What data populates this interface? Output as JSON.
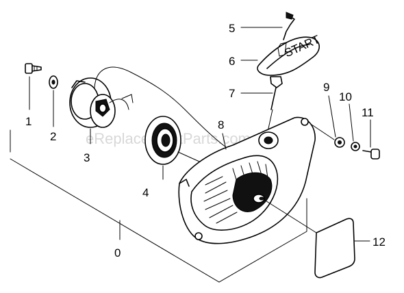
{
  "diagram": {
    "watermark": "eReplacementParts.com",
    "start_text": "START",
    "labels": {
      "p0": "0",
      "p1": "1",
      "p2": "2",
      "p3": "3",
      "p4": "4",
      "p5": "5",
      "p6": "6",
      "p7": "7",
      "p8": "8",
      "p9": "9",
      "p10": "10",
      "p11": "11",
      "p12": "12"
    }
  }
}
